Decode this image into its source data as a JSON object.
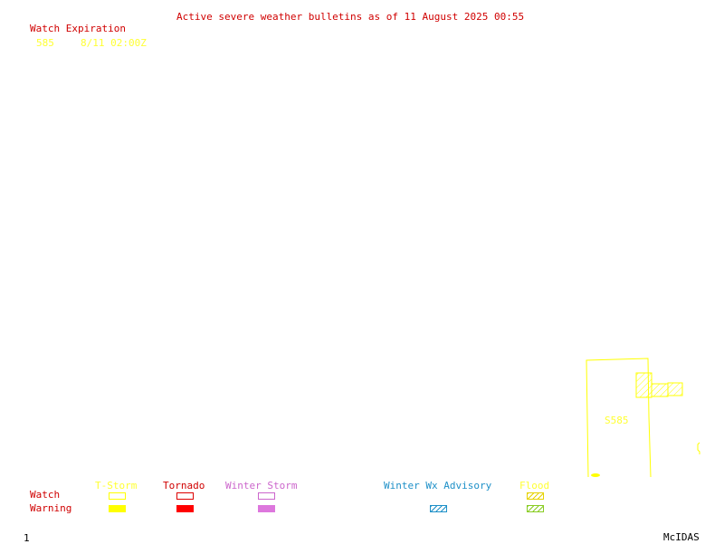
{
  "header": {
    "title": "Active severe weather bulletins as of 11 August 2025 00:55",
    "watch_expiration_label": "Watch Expiration",
    "watch_number": "585",
    "watch_expiration_time": "8/11 02:00Z"
  },
  "map": {
    "watch_box_label": "S585",
    "colors": {
      "tstorm": "#ffff00",
      "tornado": "#ff0000",
      "winter_storm": "#dd77dd",
      "winter_wx_advisory": "#1e90c8",
      "flood": "#88cc22"
    }
  },
  "legend": {
    "row_labels": {
      "watch": "Watch",
      "warning": "Warning"
    },
    "categories": {
      "tstorm": "T-Storm",
      "tornado": "Tornado",
      "winter_storm": "Winter Storm",
      "winter_wx_advisory": "Winter Wx Advisory",
      "flood": "Flood"
    }
  },
  "footer": {
    "frame_number": "1",
    "software": "McIDAS"
  }
}
